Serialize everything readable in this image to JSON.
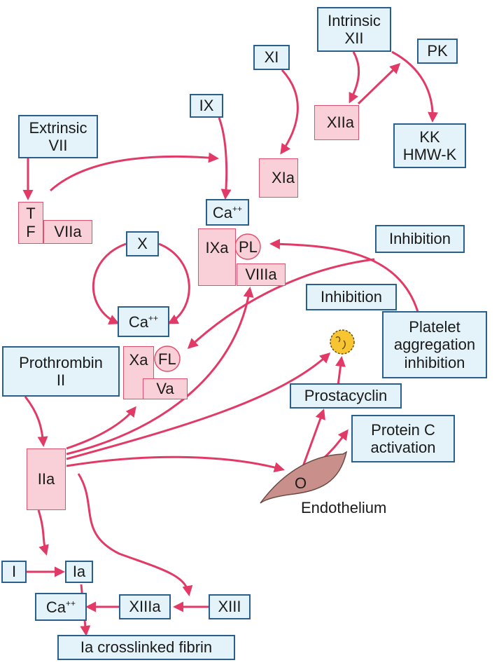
{
  "boxes": {
    "intrinsic_l1": "Intrinsic",
    "intrinsic_l2": "XII",
    "pk": "PK",
    "xi": "XI",
    "ix": "IX",
    "extrinsic_l1": "Extrinsic",
    "extrinsic_l2": "VII",
    "kk": "KK",
    "hmwk": "HMW-K",
    "ca_top": "Ca",
    "x": "X",
    "ca_mid": "Ca",
    "inhibition1": "Inhibition",
    "inhibition2": "Inhibition",
    "platelet_l1": "Platelet",
    "platelet_l2": "aggregation",
    "platelet_l3": "inhibition",
    "prothrombin_l1": "Prothrombin",
    "prothrombin_l2": "II",
    "prostacyclin": "Prostacyclin",
    "proteinc_l1": "Protein C",
    "proteinc_l2": "activation",
    "i": "I",
    "ia": "Ia",
    "ca_bottom": "Ca",
    "xiiia": "XIIIa",
    "xiii": "XIII",
    "crosslinked": "Ia crosslinked fibrin",
    "superscript": "++"
  },
  "factors": {
    "xiia": "XIIa",
    "xia": "XIa",
    "t": "T",
    "f": "F",
    "viia": "VIIa",
    "ixa": "IXa",
    "pl": "PL",
    "viiia": "VIIIa",
    "xa": "Xa",
    "fl": "FL",
    "va": "Va",
    "iia": "IIa",
    "o": "O"
  },
  "labels": {
    "endothelium": "Endothelium"
  },
  "colors": {
    "arrow": "#e23a66",
    "box_fill": "#e3f3f9",
    "box_border": "#2a5e8c",
    "factor_fill": "#f9d0d8",
    "endothelium": "#c98f8a",
    "platelet": "#f7c531"
  }
}
